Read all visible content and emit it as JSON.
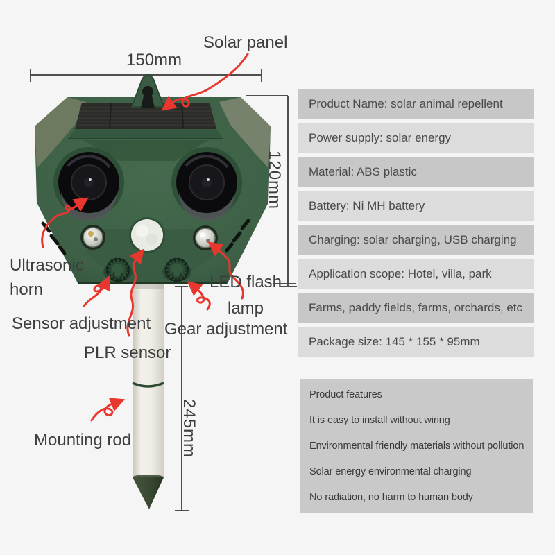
{
  "annotations": {
    "solar_panel": "Solar panel",
    "ultrasonic_horn": [
      "Ultrasonic",
      "horn"
    ],
    "sensor_adjustment": "Sensor adjustment",
    "plr_sensor": "PLR sensor",
    "gear_adjustment": "Gear adjustment",
    "led_flash_lamp": [
      "LED flash",
      "lamp"
    ],
    "mounting_rod": "Mounting rod"
  },
  "dimensions": {
    "width": "150mm",
    "height": "120mm",
    "rod_length": "245mm"
  },
  "specs": [
    "Product Name: solar animal repellent",
    "Power supply: solar energy",
    "Material: ABS plastic",
    "Battery: Ni MH battery",
    "Charging: solar charging, USB charging",
    "Application scope: Hotel, villa, park",
    "Farms, paddy fields, farms, orchards, etc",
    "Package size: 145 * 155 * 95mm"
  ],
  "features": [
    "Product features",
    "It is easy to install without wiring",
    "Environmental friendly materials without pollution",
    "Solar energy environmental charging",
    "No radiation, no harm to human body"
  ],
  "colors": {
    "background": "#f5f5f5",
    "spec_row_dark": "#c7c7c7",
    "spec_row_light": "#dcdcdc",
    "features_bg": "#c9c9c9",
    "annotation_red": "#e8372e",
    "body_green": "#3d6046",
    "text": "#3e3e3e"
  }
}
